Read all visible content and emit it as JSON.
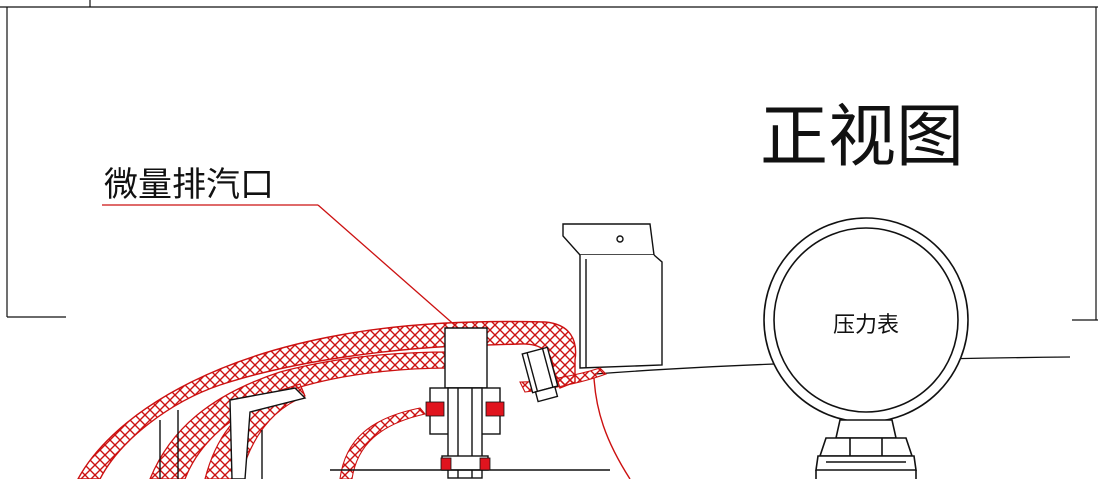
{
  "drawing": {
    "title": "正视图",
    "labels": {
      "vent": "微量排汽口",
      "gauge": "压力表"
    },
    "colors": {
      "line": "#111111",
      "section_hatch": "#cc1111",
      "seal": "#e0141e",
      "background": "#ffffff"
    }
  }
}
